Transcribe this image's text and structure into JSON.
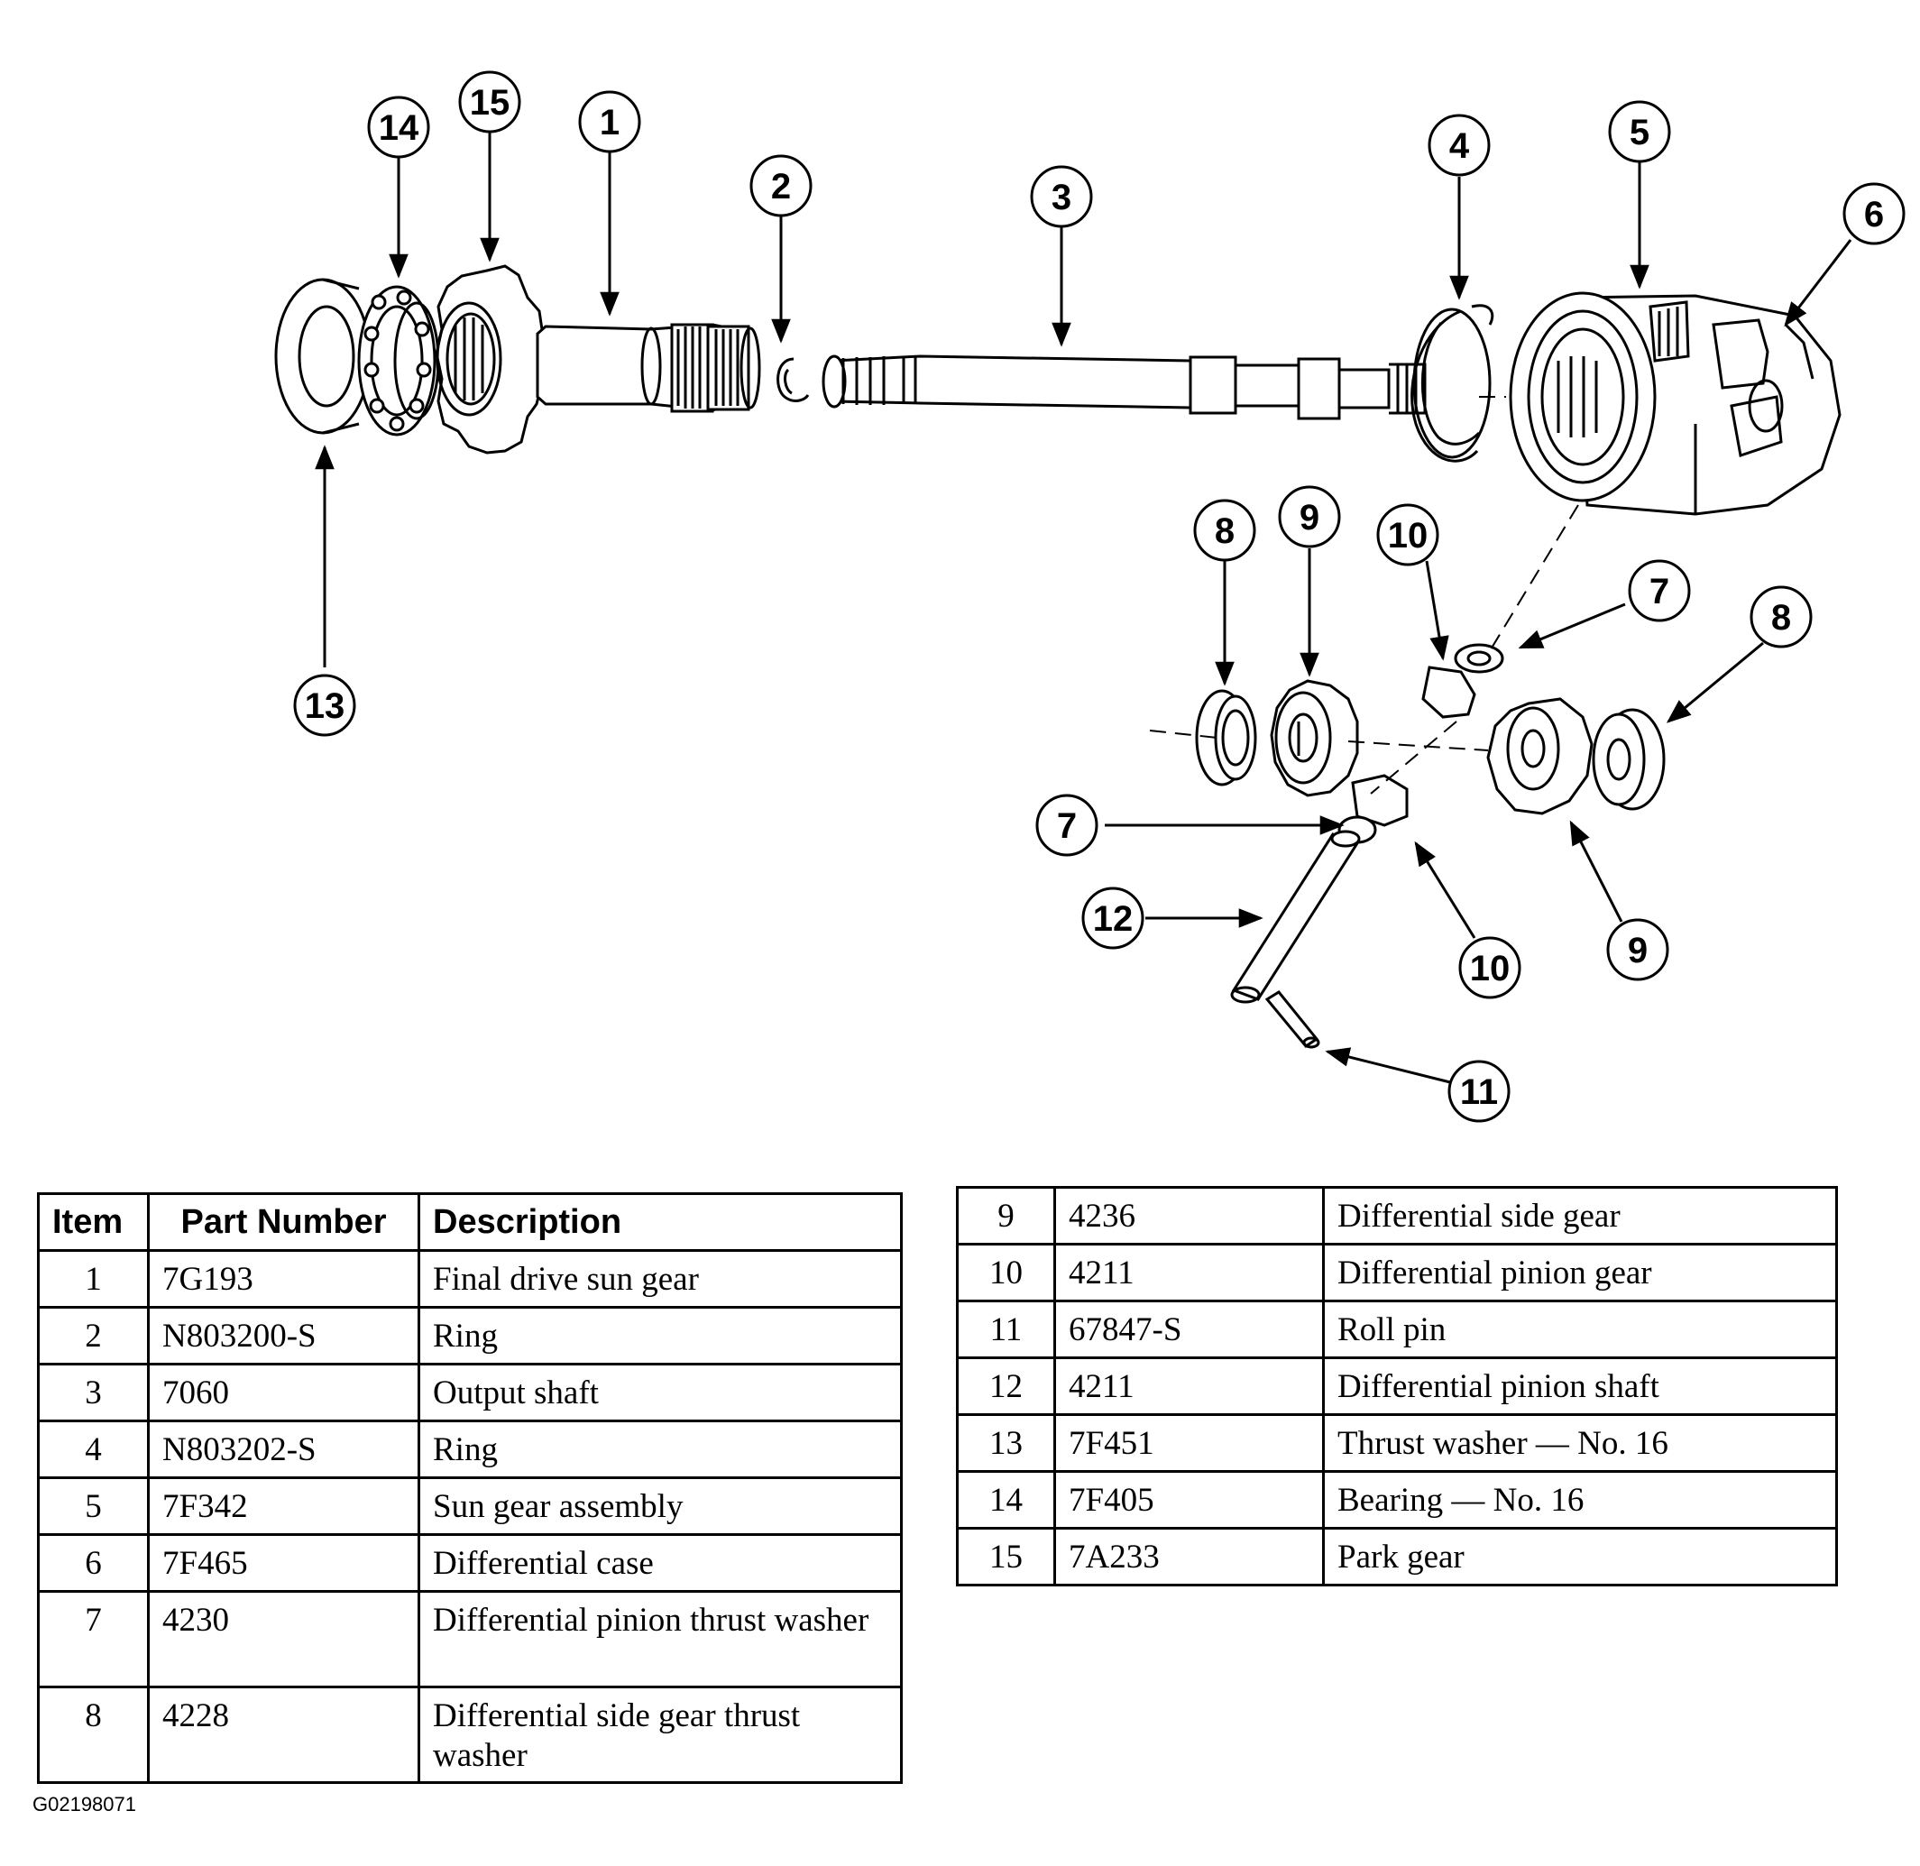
{
  "callouts": [
    "1",
    "2",
    "3",
    "4",
    "5",
    "6",
    "7",
    "8",
    "9",
    "10",
    "11",
    "12",
    "13",
    "14",
    "15"
  ],
  "table_left": {
    "headers": {
      "item": "Item",
      "part_number": "Part Number",
      "description": "Description"
    },
    "rows": [
      {
        "item": "1",
        "part": "7G193",
        "desc": "Final drive sun gear"
      },
      {
        "item": "2",
        "part": "N803200-S",
        "desc": "Ring"
      },
      {
        "item": "3",
        "part": "7060",
        "desc": "Output shaft"
      },
      {
        "item": "4",
        "part": "N803202-S",
        "desc": "Ring"
      },
      {
        "item": "5",
        "part": "7F342",
        "desc": "Sun gear assembly"
      },
      {
        "item": "6",
        "part": "7F465",
        "desc": "Differential case"
      },
      {
        "item": "7",
        "part": "4230",
        "desc": "Differential pinion thrust washer"
      },
      {
        "item": "8",
        "part": "4228",
        "desc": "Differential side gear thrust washer"
      }
    ]
  },
  "table_right": {
    "rows": [
      {
        "item": "9",
        "part": "4236",
        "desc": "Differential side gear"
      },
      {
        "item": "10",
        "part": "4211",
        "desc": "Differential pinion gear"
      },
      {
        "item": "11",
        "part": "67847-S",
        "desc": "Roll pin"
      },
      {
        "item": "12",
        "part": "4211",
        "desc": "Differential pinion shaft"
      },
      {
        "item": "13",
        "part": "7F451",
        "desc": "Thrust washer — No. 16"
      },
      {
        "item": "14",
        "part": "7F405",
        "desc": "Bearing — No. 16"
      },
      {
        "item": "15",
        "part": "7A233",
        "desc": "Park gear"
      }
    ]
  },
  "figure_id": "G02198071"
}
